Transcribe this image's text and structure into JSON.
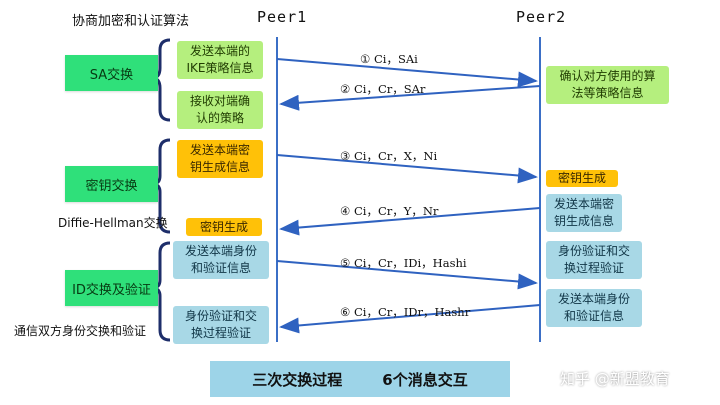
{
  "title": "协商加密和认证算法",
  "peers": {
    "left": "Peer1",
    "right": "Peer2"
  },
  "phases": [
    {
      "label": "SA交换"
    },
    {
      "label": "密钥交换",
      "note": "Diffie-Hellman交换"
    },
    {
      "label": "ID交换及验证",
      "note": "通信双方身份交换和验证"
    }
  ],
  "peer1_boxes": [
    {
      "text": "发送本端的\nIKE策略信息",
      "color": "green"
    },
    {
      "text": "接收对端确\n认的策略",
      "color": "green"
    },
    {
      "text": "发送本端密\n钥生成信息",
      "color": "orange"
    },
    {
      "text": "密钥生成",
      "color": "orange"
    },
    {
      "text": "发送本端身份\n和验证信息",
      "color": "blue"
    },
    {
      "text": "身份验证和交\n换过程验证",
      "color": "blue"
    }
  ],
  "peer2_boxes": [
    {
      "text": "确认对方使用的算\n法等策略信息",
      "color": "green"
    },
    {
      "text": "密钥生成",
      "color": "orange"
    },
    {
      "text": "发送本端密\n钥生成信息",
      "color": "blue"
    },
    {
      "text": "身份验证和交\n换过程验证",
      "color": "blue"
    },
    {
      "text": "发送本端身份\n和验证信息",
      "color": "blue"
    }
  ],
  "messages": [
    {
      "label": "① Ci，SAi",
      "direction": "right"
    },
    {
      "label": "② Ci，Cr，SAr",
      "direction": "left"
    },
    {
      "label": "③ Ci，Cr，X，Ni",
      "direction": "right"
    },
    {
      "label": "④ Ci，Cr，Y，Nr",
      "direction": "left"
    },
    {
      "label": "⑤ Ci，Cr，IDi，Hashi",
      "direction": "right"
    },
    {
      "label": "⑥ Ci，Cr，IDr，Hashr",
      "direction": "left"
    }
  ],
  "footer": {
    "left": "三次交换过程",
    "right": "6个消息交互"
  },
  "watermark": "知乎 @新盟教育",
  "colors": {
    "phase_green": "#2fe07a",
    "box_green": "#b5ef7e",
    "box_orange": "#ffc108",
    "box_blue": "#a8d8e6",
    "line_blue": "#3b6fc6",
    "footer_blue": "#9dd4e8"
  }
}
